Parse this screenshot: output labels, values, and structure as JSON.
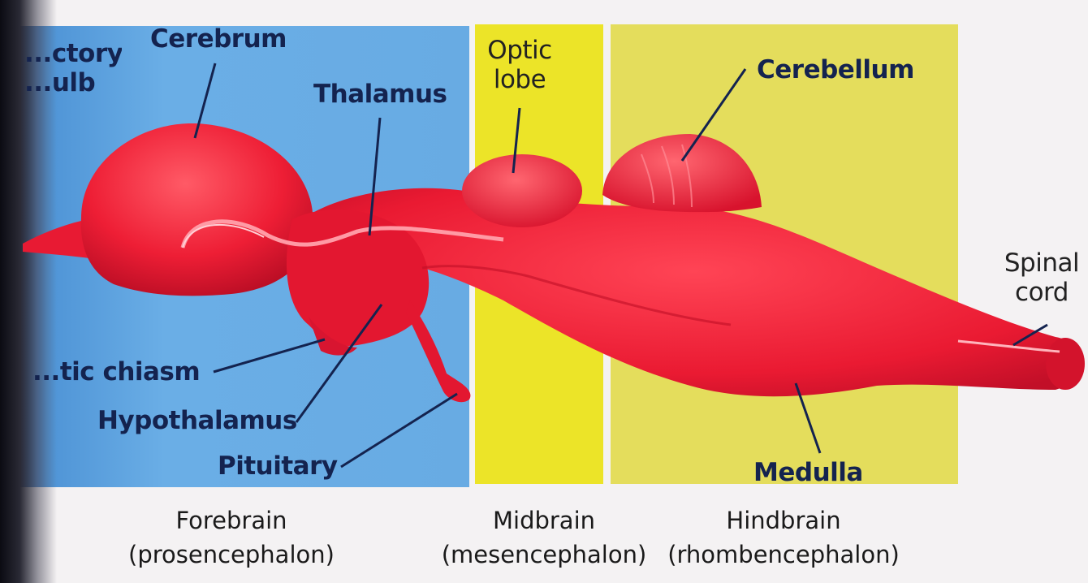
{
  "labels": {
    "olfactory_bulb": "...ctory\n...ulb",
    "cerebrum": "Cerebrum",
    "thalamus": "Thalamus",
    "optic_lobe": "Optic\nlobe",
    "cerebellum": "Cerebellum",
    "spinal_cord": "Spinal\ncord",
    "optic_chiasm": "...tic chiasm",
    "hypothalamus": "Hypothalamus",
    "pituitary": "Pituitary",
    "medulla": "Medulla"
  },
  "regions": {
    "forebrain": {
      "name": "Forebrain",
      "latin": "(prosencephalon)",
      "color": "#68abe3"
    },
    "midbrain": {
      "name": "Midbrain",
      "latin": "(mesencephalon)",
      "color": "#ece428"
    },
    "hindbrain": {
      "name": "Hindbrain",
      "latin": "(rhombencephalon)",
      "color": "#e4dd5c"
    }
  },
  "colors": {
    "brain": "#ee1e35",
    "brain_dark": "#c8102a",
    "leader": "#14234f"
  }
}
